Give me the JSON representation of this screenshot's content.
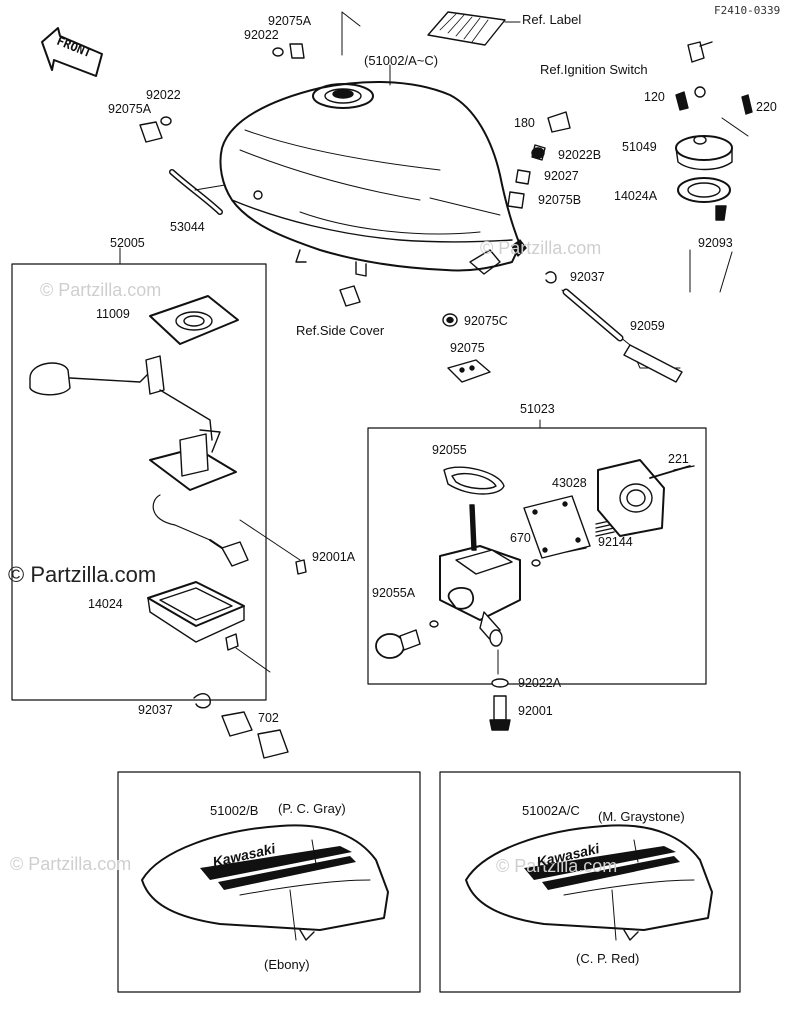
{
  "diagram_code": "F2410-0339",
  "front_label": "FRONT",
  "watermark": "© Partzilla.com",
  "tank_logo": "Kawasaki",
  "labels": {
    "p92075A_top": "92075A",
    "p92022_top": "92022",
    "p51002": "(51002/A~C)",
    "ref_label": "Ref. Label",
    "ref_ignition": "Ref.Ignition Switch",
    "p92022_left": "92022",
    "p92075A_left": "92075A",
    "p53044": "53044",
    "p52005": "52005",
    "p180": "180",
    "p92022B": "92022B",
    "p92027": "92027",
    "p92075B": "92075B",
    "p92037_mid": "92037",
    "p120": "120",
    "p220": "220",
    "p51049": "51049",
    "p14024A": "14024A",
    "p92093": "92093",
    "p11009": "11009",
    "ref_side_cover": "Ref.Side Cover",
    "p92075C": "92075C",
    "p92059": "92059",
    "p92075": "92075",
    "p51023": "51023",
    "p92055": "92055",
    "p43028": "43028",
    "p221": "221",
    "p670": "670",
    "p92144": "92144",
    "p92001A": "92001A",
    "p92055A": "92055A",
    "p14024": "14024",
    "p92022A": "92022A",
    "p92001": "92001",
    "p92037_bot": "92037",
    "p702": "702",
    "p51002B": "51002/B",
    "pc_gray": "(P. C. Gray)",
    "ebony": "(Ebony)",
    "p51002AC": "51002A/C",
    "m_graystone": "(M. Graystone)",
    "cp_red": "(C. P. Red)"
  }
}
